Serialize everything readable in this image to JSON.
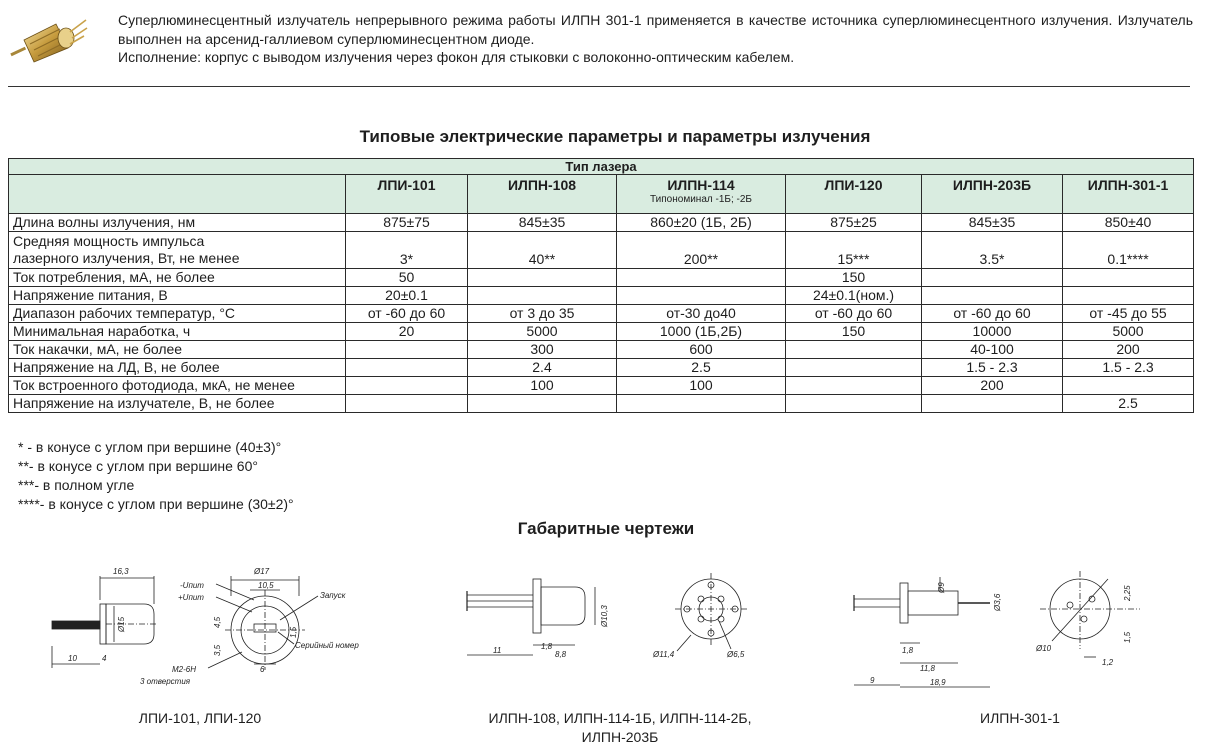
{
  "intro": {
    "line1": "Суперлюминесцентный излучатель непрерывного режима работы ИЛПН 301-1 применяется в качестве источника суперлюминесцентного излучения.  Излучатель выполнен на арсенид-галлиевом суперлюминесцентном диоде.",
    "line2": "Исполнение: корпус с выводом излучения через фокон для стыковки с волоконно-оптическим кабелем."
  },
  "table_title": "Типовые электрические параметры и параметры излучения",
  "table": {
    "group_header": "Тип лазера",
    "columns": [
      {
        "name": "ЛПИ-101",
        "note": ""
      },
      {
        "name": "ИЛПН-108",
        "note": ""
      },
      {
        "name": "ИЛПН-114",
        "note": "Типономинал -1Б; -2Б"
      },
      {
        "name": "ЛПИ-120",
        "note": ""
      },
      {
        "name": "ИЛПН-203Б",
        "note": ""
      },
      {
        "name": "ИЛПН-301-1",
        "note": ""
      }
    ],
    "rows": [
      {
        "label": "Длина волны излучения, нм",
        "values": [
          "875±75",
          "845±35",
          "860±20 (1Б, 2Б)",
          "875±25",
          "845±35",
          "850±40"
        ]
      },
      {
        "label": "Средняя мощность импульса",
        "label2": "лазерного излучения, Вт, не менее",
        "values": [
          "3*",
          "40**",
          "200**",
          "15***",
          "3.5*",
          "0.1****"
        ]
      },
      {
        "label": "Ток потребления, мА, не более",
        "values": [
          "50",
          "",
          "",
          "150",
          "",
          ""
        ]
      },
      {
        "label": "Напряжение питания, В",
        "values": [
          "20±0.1",
          "",
          "",
          "24±0.1(ном.)",
          "",
          ""
        ]
      },
      {
        "label": "Диапазон рабочих температур, °С",
        "values": [
          "от -60 до 60",
          "от 3 до 35",
          "от-30 до40",
          "от -60 до 60",
          "от -60 до 60",
          "от -45 до 55"
        ]
      },
      {
        "label": "Минимальная наработка, ч",
        "values": [
          "20",
          "5000",
          "1000 (1Б,2Б)",
          "150",
          "10000",
          "5000"
        ]
      },
      {
        "label": "Ток накачки, мА, не более",
        "values": [
          "",
          "300",
          "600",
          "",
          "40-100",
          "200"
        ]
      },
      {
        "label": "Напряжение на ЛД, В, не более",
        "values": [
          "",
          "2.4",
          "2.5",
          "",
          "1.5 - 2.3",
          "1.5 - 2.3"
        ]
      },
      {
        "label": "Ток встроенного фотодиода, мкА, не менее",
        "values": [
          "",
          "100",
          "100",
          "",
          "200",
          ""
        ]
      },
      {
        "label": "Напряжение на излучателе, В, не более",
        "values": [
          "",
          "",
          "",
          "",
          "",
          "2.5"
        ]
      }
    ]
  },
  "footnotes": [
    "* - в конусе с углом при вершине (40±3)°",
    "**- в конусе с углом при вершине 60°",
    "***- в полном угле",
    "****- в конусе с углом при вершине (30±2)°"
  ],
  "drawings_title": "Габаритные чертежи",
  "drawings": {
    "d1": {
      "caption": "ЛПИ-101, ЛПИ-120",
      "dims": {
        "len": "16,3",
        "dia17": "Ø17",
        "dia15": "Ø15",
        "d105": "10,5",
        "d45": "4,5",
        "d35": "3,5",
        "d6": "6",
        "d10": "10",
        "d4": "4",
        "d15": "1,5"
      },
      "labels": {
        "minus": "-Uпит",
        "plus": "+Uпит",
        "start": "Запуск",
        "serial": "Серийный номер",
        "thread": "М2-6Н",
        "holes": "3 отверстия"
      }
    },
    "d2": {
      "caption_line1": "ИЛПН-108, ИЛПН-114-1Б, ИЛПН-114-2Б,",
      "caption_line2": "ИЛПН-203Б",
      "dims": {
        "d11": "11",
        "d18": "1,8",
        "d88": "8,8",
        "dia103": "Ø10,3",
        "dia114": "Ø11,4",
        "dia65": "Ø6,5"
      }
    },
    "d3": {
      "caption": "ИЛПН-301-1",
      "dims": {
        "dia9": "Ø9",
        "dia36": "Ø3,6",
        "d18": "1,8",
        "d118": "11,8",
        "d9": "9",
        "d189": "18,9",
        "dia10": "Ø10",
        "d225": "2,25",
        "d15": "1,5",
        "d12": "1,2"
      }
    }
  }
}
